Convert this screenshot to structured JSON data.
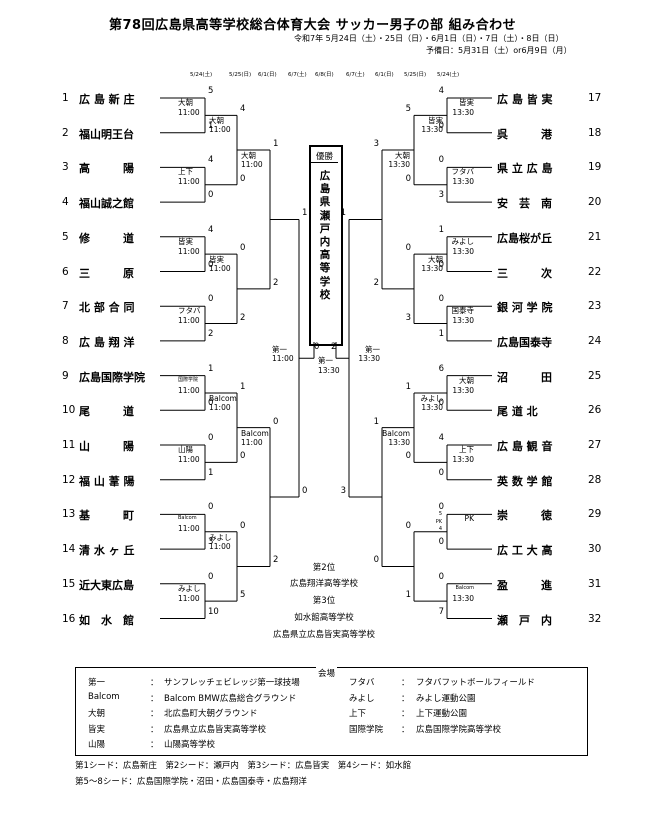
{
  "title": "第78回広島県高等学校総合体育大会 サッカー男子の部 組み合わせ",
  "dates": "令和7年 5月24日（土）・25日（日）・6月1日（日）・7日（土）・8日（日）",
  "spare_date": "予備日：5月31日（土）or6月9日（月）",
  "round_dates_left": [
    "5/24(土)",
    "5/25(日)",
    "6/1(日)",
    "6/7(土)"
  ],
  "round_date_center": "6/8(日)",
  "round_dates_right": [
    "6/7(土)",
    "6/1(日)",
    "5/25(日)",
    "5/24(土)"
  ],
  "teams_left": [
    {
      "no": "1",
      "name": "広 島 新 庄"
    },
    {
      "no": "2",
      "name": "福山明王台"
    },
    {
      "no": "3",
      "name": "高　　　陽"
    },
    {
      "no": "4",
      "name": "福山誠之館"
    },
    {
      "no": "5",
      "name": "修　　　道"
    },
    {
      "no": "6",
      "name": "三　　　原"
    },
    {
      "no": "7",
      "name": "北 部 合 同"
    },
    {
      "no": "8",
      "name": "広 島 翔 洋"
    },
    {
      "no": "9",
      "name": "広島国際学院"
    },
    {
      "no": "10",
      "name": "尾　　　道"
    },
    {
      "no": "11",
      "name": "山　　　陽"
    },
    {
      "no": "12",
      "name": "福 山 葦 陽"
    },
    {
      "no": "13",
      "name": "基　　　町"
    },
    {
      "no": "14",
      "name": "清 水 ヶ 丘"
    },
    {
      "no": "15",
      "name": "近大東広島"
    },
    {
      "no": "16",
      "name": "如　水　館"
    }
  ],
  "teams_right": [
    {
      "no": "17",
      "name": "広 島 皆 実"
    },
    {
      "no": "18",
      "name": "呉　　　港"
    },
    {
      "no": "19",
      "name": "県 立 広 島"
    },
    {
      "no": "20",
      "name": "安　芸　南"
    },
    {
      "no": "21",
      "name": "広島桜が丘"
    },
    {
      "no": "22",
      "name": "三　　　次"
    },
    {
      "no": "23",
      "name": "銀 河 学 院"
    },
    {
      "no": "24",
      "name": "広島国泰寺"
    },
    {
      "no": "25",
      "name": "沼　　　田"
    },
    {
      "no": "26",
      "name": "尾 道 北"
    },
    {
      "no": "27",
      "name": "広 島 観 音"
    },
    {
      "no": "28",
      "name": "英 数 学 館"
    },
    {
      "no": "29",
      "name": "崇　　　徳"
    },
    {
      "no": "30",
      "name": "広 工 大 高"
    },
    {
      "no": "31",
      "name": "盈　　　進"
    },
    {
      "no": "32",
      "name": "瀬　戸　内"
    }
  ],
  "left_matches": {
    "r1": [
      {
        "venue": "大朝",
        "time": "11:00",
        "s1": "5",
        "s2": "1"
      },
      {
        "venue": "上下",
        "time": "11:00",
        "s1": "4",
        "s2": "0"
      },
      {
        "venue": "皆実",
        "time": "11:00",
        "s1": "4",
        "s2": "0"
      },
      {
        "venue": "フタバ",
        "time": "11:00",
        "s1": "0",
        "s2": "2"
      },
      {
        "venue": "国際学院",
        "time": "11:00",
        "s1": "1",
        "s2": "0"
      },
      {
        "venue": "山陽",
        "time": "11:00",
        "s1": "0",
        "s2": "1"
      },
      {
        "venue": "Balcom",
        "time": "11:00",
        "s1": "0",
        "s2": "3"
      },
      {
        "venue": "みよし",
        "time": "11:00",
        "s1": "0",
        "s2": "10"
      }
    ],
    "r2": [
      {
        "venue": "大朝",
        "time": "11:00",
        "s1": "4",
        "s2": "0"
      },
      {
        "venue": "皆実",
        "time": "11:00",
        "s1": "0",
        "s2": "2"
      },
      {
        "venue": "Balcom",
        "time": "11:00",
        "s1": "1",
        "s2": "0"
      },
      {
        "venue": "みよし",
        "time": "11:00",
        "s1": "0",
        "s2": "5"
      }
    ],
    "r3": [
      {
        "venue": "大朝",
        "time": "11:00",
        "s1": "1",
        "s2": "2"
      },
      {
        "venue": "Balcom",
        "time": "11:00",
        "s1": "0",
        "s2": "2"
      }
    ],
    "semi": {
      "venue": "第一",
      "time": "11:00",
      "s1": "1",
      "s2": "0"
    }
  },
  "right_matches": {
    "r1": [
      {
        "venue": "皆実",
        "time": "13:30",
        "s1": "4",
        "s2": "0"
      },
      {
        "venue": "フタバ",
        "time": "13:30",
        "s1": "0",
        "s2": "3"
      },
      {
        "venue": "みよし",
        "time": "13:30",
        "s1": "1",
        "s2": "0"
      },
      {
        "venue": "国泰寺",
        "time": "13:30",
        "s1": "0",
        "s2": "1"
      },
      {
        "venue": "大朝",
        "time": "13:30",
        "s1": "6",
        "s2": "0"
      },
      {
        "venue": "上下",
        "time": "13:30",
        "s1": "4",
        "s2": "0"
      },
      {
        "venue": "PK",
        "time": "",
        "s1": "0",
        "s1b": "5",
        "s2": "0",
        "s2b": "4"
      },
      {
        "venue": "Balcom",
        "time": "13:30",
        "s1": "0",
        "s2": "7"
      }
    ],
    "r2": [
      {
        "venue": "皆実",
        "time": "13:30",
        "s1": "5",
        "s2": "0"
      },
      {
        "venue": "大朝",
        "time": "13:30",
        "s1": "0",
        "s2": "3"
      },
      {
        "venue": "みよし",
        "time": "13:30",
        "s1": "1",
        "s2": "0"
      },
      {
        "venue": "",
        "time": "",
        "s1": "0",
        "s2": "1"
      }
    ],
    "r3": [
      {
        "venue": "大朝",
        "time": "13:30",
        "s1": "3",
        "s2": "2"
      },
      {
        "venue": "Balcom",
        "time": "13:30",
        "s1": "1",
        "s2": "0"
      }
    ],
    "semi": {
      "venue": "第一",
      "time": "13:30",
      "s1": "1",
      "s2": "3"
    }
  },
  "final": {
    "label": "優勝",
    "winner": "広島県瀬戸内高等学校",
    "score_left": "0",
    "score_right": "2",
    "venue": "第一",
    "time": "13:30"
  },
  "results": {
    "second_label": "第2位",
    "second": "広島翔洋高等学校",
    "third_label": "第3位",
    "third_1": "如水館高等学校",
    "third_2": "広島県立広島皆実高等学校"
  },
  "venues": {
    "title": "会場",
    "rows": [
      {
        "abbr": "第一",
        "name": "サンフレッチェビレッジ第一球技場",
        "abbr2": "フタバ",
        "name2": "フタバフットボールフィールド"
      },
      {
        "abbr": "Balcom",
        "name": "Balcom BMW広島総合グラウンド",
        "abbr2": "みよし",
        "name2": "みよし運動公園"
      },
      {
        "abbr": "大朝",
        "name": "北広島町大朝グラウンド",
        "abbr2": "上下",
        "name2": "上下運動公園"
      },
      {
        "abbr": "皆実",
        "name": "広島県立広島皆実高等学校",
        "abbr2": "国際学院",
        "name2": "広島国際学院高等学校"
      },
      {
        "abbr": "山陽",
        "name": "山陽高等学校",
        "abbr2": "",
        "name2": ""
      }
    ]
  },
  "seeds_1": "第1シード：広島新庄　第2シード：瀬戸内　第3シード：広島皆実　第4シード：如水館",
  "seeds_2": "第5～8シード：広島国際学院・沼田・広島国泰寺・広島翔洋"
}
